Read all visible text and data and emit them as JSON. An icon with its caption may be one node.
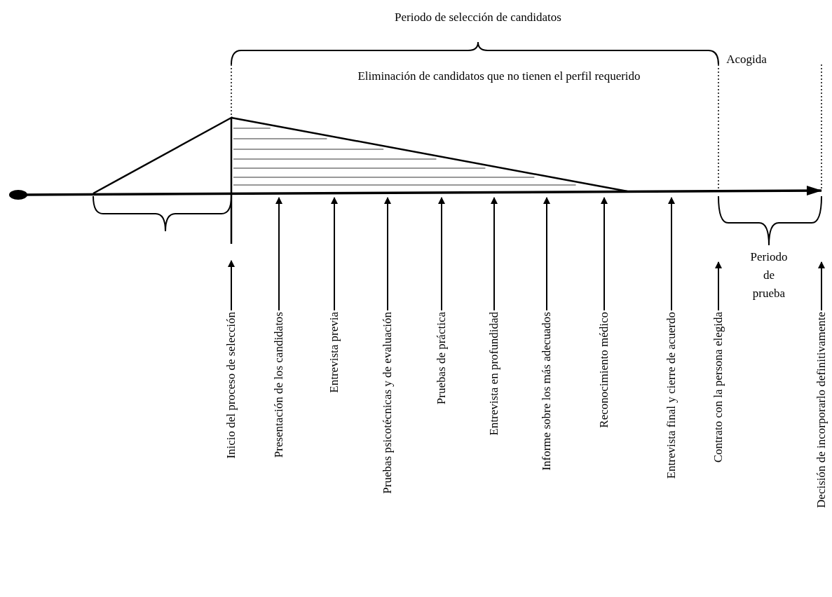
{
  "diagram": {
    "nodes": [
      {
        "text": [
          "Inicio del proceso de selección"
        ]
      },
      {
        "text": [
          "Presentación de los candidatos"
        ]
      },
      {
        "text": [
          "Entrevista previa"
        ]
      },
      {
        "text": [
          "Pruebas psicotécnicas y de evaluación"
        ]
      },
      {
        "text": [
          "Pruebas de práctica"
        ]
      },
      {
        "text": [
          "Entrevista en profundidad"
        ]
      },
      {
        "text": [
          "Informe sobre los más adecuados"
        ]
      },
      {
        "text": [
          "Reconocimiento médico"
        ]
      },
      {
        "text": [
          "Entrevista final y cierre de acuerdo"
        ]
      },
      {
        "text": [
          "Contrato con la persona elegida"
        ]
      },
      {
        "text": [
          "Decisión de incorporarlo definitivamente"
        ]
      }
    ],
    "edges": [
      {
        "from": 0,
        "to": null,
        "arrow": "to"
      },
      {
        "from": 1,
        "to": null,
        "arrow": "to"
      },
      {
        "from": 2,
        "to": null,
        "arrow": "to"
      },
      {
        "from": 3,
        "to": null,
        "arrow": "to"
      },
      {
        "from": 4,
        "to": null,
        "arrow": "to"
      },
      {
        "from": 5,
        "to": null,
        "arrow": "to"
      },
      {
        "from": 6,
        "to": null,
        "arrow": "to"
      },
      {
        "from": 7,
        "to": null,
        "arrow": "to"
      },
      {
        "from": 8,
        "to": null,
        "arrow": "to"
      },
      {
        "from": 9,
        "to": null,
        "arrow": "to"
      },
      {
        "from": 10,
        "to": null,
        "arrow": "to"
      }
    ],
    "labels": [
      "Periodo de selección de candidatos",
      "Eliminación de candidatos que no tienen el perfil requerido",
      "Acogida",
      "Periodo de prueba"
    ]
  }
}
